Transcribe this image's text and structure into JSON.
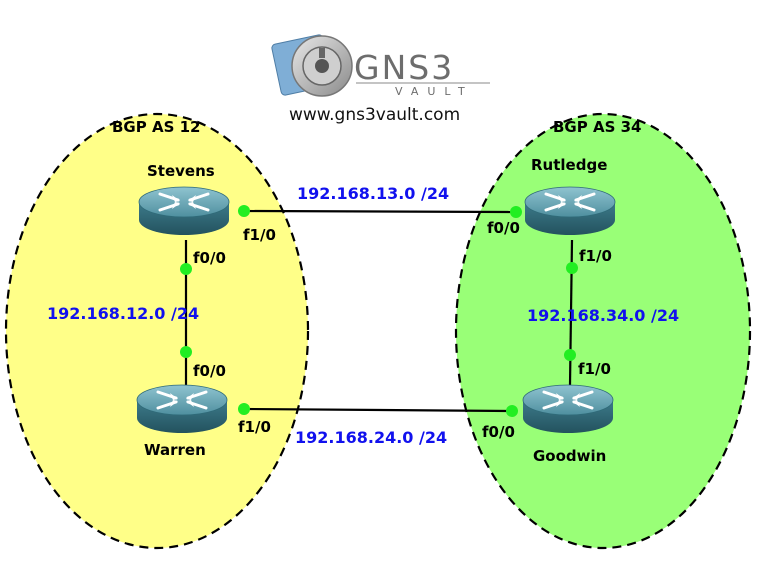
{
  "logo": {
    "brand": "GNS3",
    "sub": "VAULT",
    "url": "www.gns3vault.com"
  },
  "autonomous_systems": [
    {
      "label": "BGP AS 12",
      "fill": "#ffff88"
    },
    {
      "label": "BGP AS 34",
      "fill": "#99ff77"
    }
  ],
  "routers": [
    {
      "id": "stevens",
      "name": "Stevens"
    },
    {
      "id": "warren",
      "name": "Warren"
    },
    {
      "id": "rutledge",
      "name": "Rutledge"
    },
    {
      "id": "goodwin",
      "name": "Goodwin"
    }
  ],
  "links": [
    {
      "id": "stevens-rutledge",
      "subnet": "192.168.13.0 /24",
      "a_iface": "f1/0",
      "b_iface": "f0/0"
    },
    {
      "id": "stevens-warren",
      "subnet": "192.168.12.0 /24",
      "a_iface": "f0/0",
      "b_iface": "f0/0"
    },
    {
      "id": "warren-goodwin",
      "subnet": "192.168.24.0 /24",
      "a_iface": "f1/0",
      "b_iface": "f0/0"
    },
    {
      "id": "rutledge-goodwin",
      "subnet": "192.168.34.0 /24",
      "a_iface": "f1/0",
      "b_iface": "f1/0"
    }
  ],
  "colors": {
    "link": "#000000",
    "endpoint": "#22ee22",
    "subnet_text": "#1111ee",
    "router_body": "#4f8f9f"
  }
}
